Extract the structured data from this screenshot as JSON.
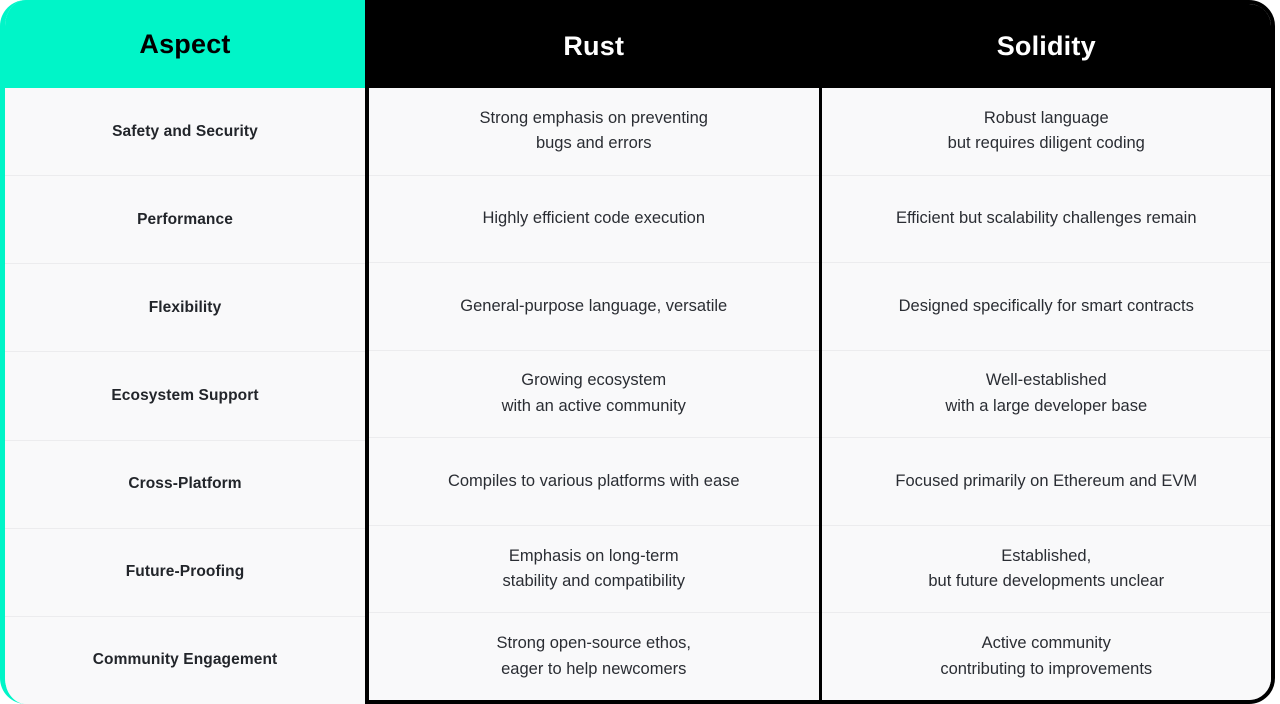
{
  "colors": {
    "accent_teal": "#00f5c8",
    "header_black": "#000000",
    "cell_background": "#f9f9fa",
    "divider": "#ececee",
    "aspect_text": "#22252a",
    "body_text": "#2a2d33",
    "header_light_text": "#ffffff"
  },
  "table": {
    "headers": [
      {
        "label": "Aspect"
      },
      {
        "label": "Rust"
      },
      {
        "label": "Solidity"
      }
    ],
    "rows": [
      {
        "aspect": "Safety and Security",
        "rust": "Strong emphasis on preventing\nbugs and errors",
        "solidity": "Robust language\nbut requires diligent coding"
      },
      {
        "aspect": "Performance",
        "rust": "Highly efficient code execution",
        "solidity": "Efficient but scalability challenges remain"
      },
      {
        "aspect": "Flexibility",
        "rust": "General-purpose language, versatile",
        "solidity": "Designed specifically for smart contracts"
      },
      {
        "aspect": "Ecosystem Support",
        "rust": "Growing ecosystem\nwith an active community",
        "solidity": "Well-established\nwith a large developer base"
      },
      {
        "aspect": "Cross-Platform",
        "rust": "Compiles to various platforms with ease",
        "solidity": "Focused primarily on Ethereum and EVM"
      },
      {
        "aspect": "Future-Proofing",
        "rust": "Emphasis on long-term\nstability and compatibility",
        "solidity": "Established,\nbut future developments unclear"
      },
      {
        "aspect": "Community Engagement",
        "rust": "Strong open-source ethos,\neager to help newcomers",
        "solidity": "Active community\ncontributing to improvements"
      }
    ]
  }
}
